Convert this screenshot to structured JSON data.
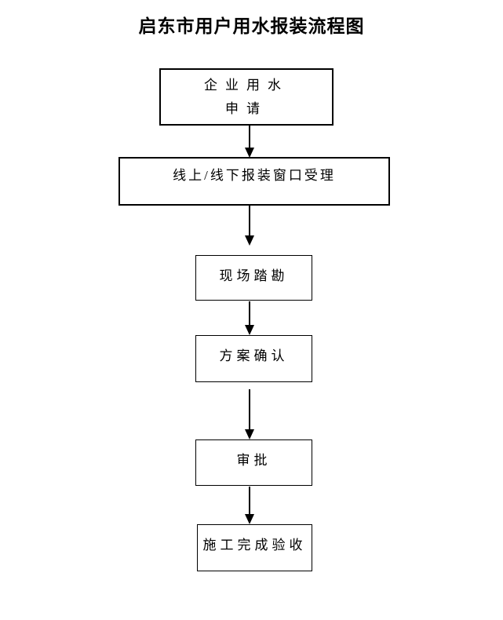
{
  "page": {
    "title": "启东市用户用水报装流程图",
    "background_color": "#ffffff",
    "line_color": "#000000",
    "text_color": "#000000"
  },
  "flowchart": {
    "nodes": [
      {
        "id": "enterprise-water-application",
        "lines": [
          "企业用水",
          "申请"
        ]
      },
      {
        "id": "window-acceptance",
        "lines": [
          "线上/线下报装窗口受理"
        ]
      },
      {
        "id": "site-survey",
        "lines": [
          "现场踏勘"
        ]
      },
      {
        "id": "plan-confirmation",
        "lines": [
          "方案确认"
        ]
      },
      {
        "id": "approval",
        "lines": [
          "审批"
        ]
      },
      {
        "id": "construction-completion-acceptance",
        "lines": [
          "施工完成验收"
        ]
      }
    ],
    "edges": [
      {
        "from": "enterprise-water-application",
        "to": "window-acceptance"
      },
      {
        "from": "window-acceptance",
        "to": "site-survey"
      },
      {
        "from": "site-survey",
        "to": "plan-confirmation"
      },
      {
        "from": "plan-confirmation",
        "to": "approval"
      },
      {
        "from": "approval",
        "to": "construction-completion-acceptance"
      }
    ]
  }
}
